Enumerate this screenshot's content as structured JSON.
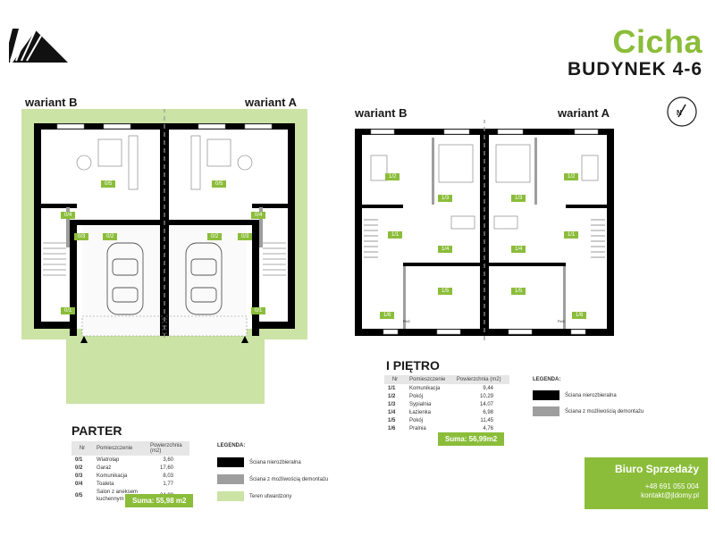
{
  "header": {
    "brand": "Cicha",
    "building": "BUDYNEK 4-6"
  },
  "ground_floor": {
    "variant_left": "wariant B",
    "variant_right": "wariant A",
    "title": "PARTER",
    "table": {
      "headers": [
        "Nr",
        "Pomieszczenie",
        "Powierzchnia (m2)"
      ],
      "rows": [
        {
          "code": "0/1",
          "name": "Wiatrołap",
          "area": "3,60"
        },
        {
          "code": "0/2",
          "name": "Garaż",
          "area": "17,60"
        },
        {
          "code": "0/3",
          "name": "Komunikacja",
          "area": "8,03"
        },
        {
          "code": "0/4",
          "name": "Toaleta",
          "area": "1,77"
        },
        {
          "code": "0/5",
          "name": "Salon z aneksem kuchennym",
          "area": "24,98"
        }
      ]
    },
    "sum": "Suma: 55,98 m2",
    "legend": {
      "title": "LEGENDA:",
      "items": [
        {
          "label": "Ściana nierozbieralna",
          "color": "#000000"
        },
        {
          "label": "Ściana z możliwością demontażu",
          "color": "#9e9e9e"
        },
        {
          "label": "Teren utwardzony",
          "color": "#cbe3a4"
        }
      ]
    },
    "room_tags": [
      "0/5",
      "0/5",
      "0/4",
      "0/4",
      "0/3",
      "0/3",
      "0/2",
      "0/2",
      "0/1",
      "0/1"
    ]
  },
  "first_floor": {
    "variant_left": "wariant B",
    "variant_right": "wariant A",
    "title": "I PIĘTRO",
    "table": {
      "headers": [
        "Nr",
        "Pomieszczenie",
        "Powierzchnia (m2)"
      ],
      "rows": [
        {
          "code": "1/1",
          "name": "Komunikacja",
          "area": "9,44"
        },
        {
          "code": "1/2",
          "name": "Pokój",
          "area": "10,29"
        },
        {
          "code": "1/3",
          "name": "Sypialnia",
          "area": "14,07"
        },
        {
          "code": "1/4",
          "name": "Łazienka",
          "area": "6,98"
        },
        {
          "code": "1/5",
          "name": "Pokój",
          "area": "11,45"
        },
        {
          "code": "1/6",
          "name": "Pralnia",
          "area": "4,76"
        }
      ]
    },
    "sum": "Suma: 56,99m2",
    "legend": {
      "title": "LEGENDA:",
      "items": [
        {
          "label": "Ściana nierozbieralna",
          "color": "#000000"
        },
        {
          "label": "Ściana z możliwością demontażu",
          "color": "#9e9e9e"
        }
      ]
    },
    "room_tags": [
      "1/2",
      "1/3",
      "1/3",
      "1/2",
      "1/1",
      "1/4",
      "1/4",
      "1/1",
      "1/5",
      "1/5",
      "1/6",
      "1/6"
    ],
    "small_labels": [
      "PxG",
      "PxG"
    ]
  },
  "compass": {
    "label": "N"
  },
  "sales": {
    "title": "Biuro Sprzedaży",
    "phone": "+48 691 055 004",
    "email": "kontakt@jldomy.pl"
  },
  "colors": {
    "accent": "#8bbd3a",
    "terrain": "#cbe3a4",
    "wall": "#000000",
    "removable_wall": "#9e9e9e"
  }
}
